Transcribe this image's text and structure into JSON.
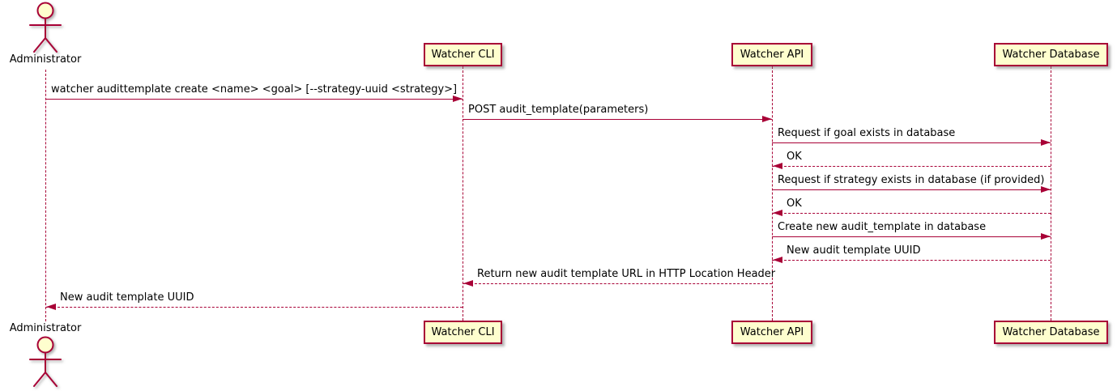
{
  "colors": {
    "stroke": "#A80036",
    "fill": "#FEFECE",
    "text": "#000000",
    "background": "#FFFFFF"
  },
  "actor": {
    "id": "administrator",
    "name": "Administrator"
  },
  "participants": [
    {
      "id": "cli",
      "label": "Watcher CLI"
    },
    {
      "id": "api",
      "label": "Watcher API"
    },
    {
      "id": "db",
      "label": "Watcher Database"
    }
  ],
  "messages": [
    {
      "from": "administrator",
      "to": "cli",
      "style": "solid",
      "text": "watcher audittemplate create <name> <goal> [--strategy-uuid <strategy>]"
    },
    {
      "from": "cli",
      "to": "api",
      "style": "solid",
      "text": "POST audit_template(parameters)"
    },
    {
      "from": "api",
      "to": "db",
      "style": "solid",
      "text": "Request if goal exists in database"
    },
    {
      "from": "db",
      "to": "api",
      "style": "dashed",
      "text": "OK"
    },
    {
      "from": "api",
      "to": "db",
      "style": "solid",
      "text": "Request if strategy exists in database (if provided)"
    },
    {
      "from": "db",
      "to": "api",
      "style": "dashed",
      "text": "OK"
    },
    {
      "from": "api",
      "to": "db",
      "style": "solid",
      "text": "Create new audit_template in database"
    },
    {
      "from": "db",
      "to": "api",
      "style": "dashed",
      "text": "New audit template UUID"
    },
    {
      "from": "api",
      "to": "cli",
      "style": "dashed",
      "text": "Return new audit template URL in HTTP Location Header"
    },
    {
      "from": "cli",
      "to": "administrator",
      "style": "dashed",
      "text": "New audit template UUID"
    }
  ]
}
